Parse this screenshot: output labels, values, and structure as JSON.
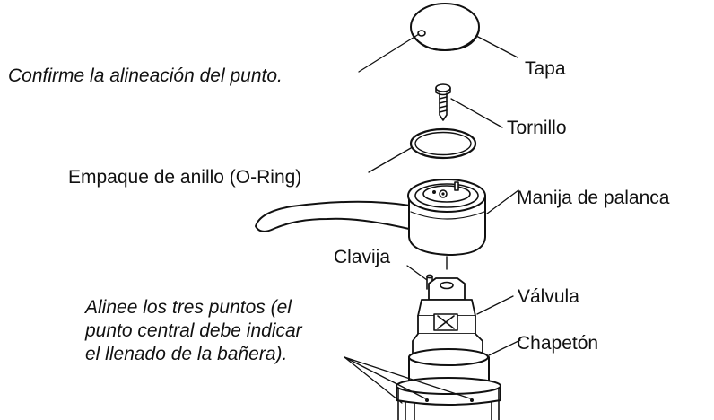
{
  "labels": {
    "confirm_dot": "Confirme la alineación del punto.",
    "cap": "Tapa",
    "screw": "Tornillo",
    "oring": "Empaque de anillo (O-Ring)",
    "lever_handle": "Manija de palanca",
    "pin": "Clavija",
    "valve": "Válvula",
    "escutcheon": "Chapetón",
    "align_note": [
      "Alinee los tres puntos (el",
      "punto central debe indicar",
      "el llenado de la bañera)."
    ]
  }
}
